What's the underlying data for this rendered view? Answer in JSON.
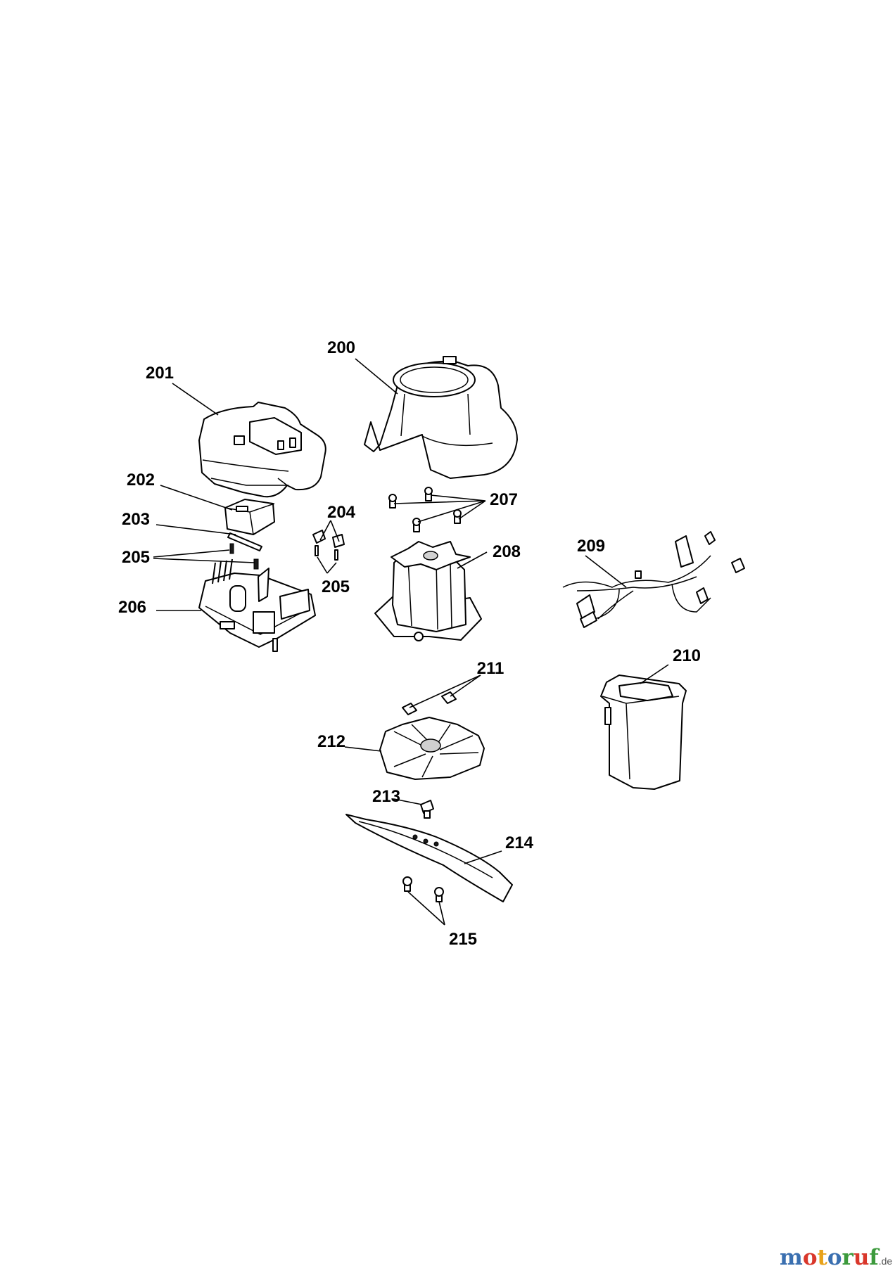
{
  "labels": {
    "p200": "200",
    "p201": "201",
    "p202": "202",
    "p203": "203",
    "p204": "204",
    "p205a": "205",
    "p205b": "205",
    "p206": "206",
    "p207": "207",
    "p208": "208",
    "p209": "209",
    "p210": "210",
    "p211": "211",
    "p212": "212",
    "p213": "213",
    "p214": "214",
    "p215": "215"
  },
  "watermark": {
    "letters": [
      "m",
      "o",
      "t",
      "o",
      "r",
      "u",
      "f"
    ],
    "tld": ".de",
    "colors": [
      "#3a6fb0",
      "#d9372b",
      "#e8a21a",
      "#3a6fb0",
      "#3c9a3c",
      "#d9372b",
      "#3c9a3c"
    ]
  }
}
